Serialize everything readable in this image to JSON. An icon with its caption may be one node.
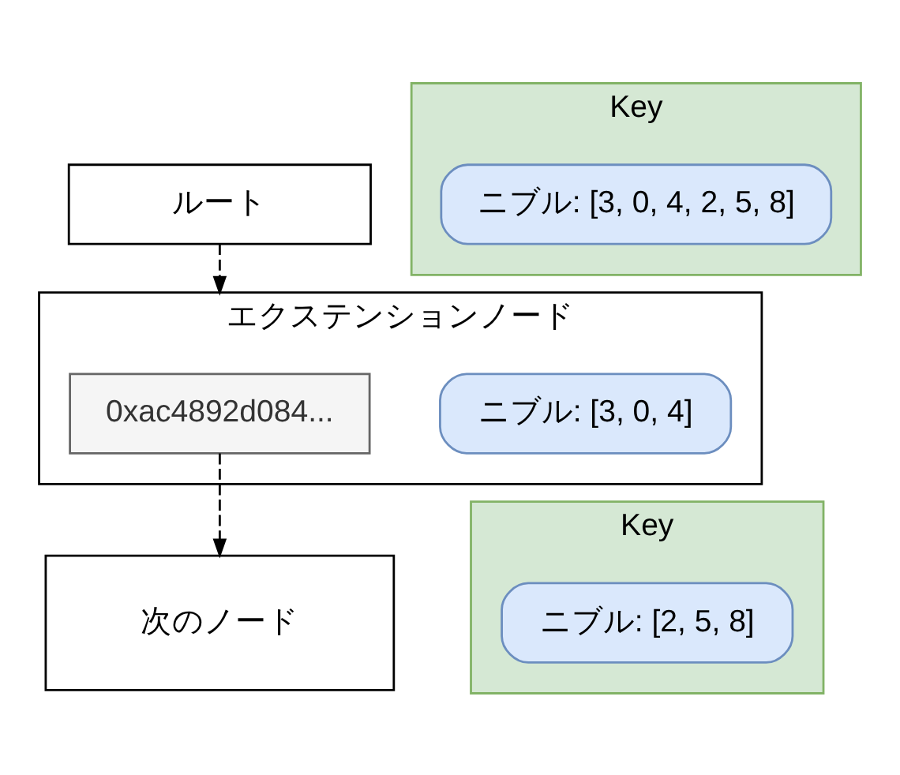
{
  "diagram": {
    "nodes": [
      {
        "text": [
          "ルート"
        ]
      },
      {
        "text": [
          "Key"
        ]
      },
      {
        "text": [
          "ニブル: [3, 0, 4, 2, 5, 8]"
        ],
        "in": 1
      },
      {
        "text": [
          "エクステンションノード"
        ]
      },
      {
        "text": [
          "ニブル: [3, 0, 4]"
        ],
        "in": 3
      },
      {
        "text": [
          "0xac4892d084..."
        ],
        "in": 3
      },
      {
        "text": [
          "Key"
        ]
      },
      {
        "text": [
          "ニブル: [2, 5, 8]"
        ],
        "in": 6
      },
      {
        "text": [
          "次のノード"
        ]
      }
    ],
    "edges": [
      {
        "from": 0,
        "to": 3,
        "arrow": "to",
        "style": "dashed"
      },
      {
        "from": 5,
        "to": 8,
        "arrow": "to",
        "style": "dashed"
      }
    ]
  }
}
